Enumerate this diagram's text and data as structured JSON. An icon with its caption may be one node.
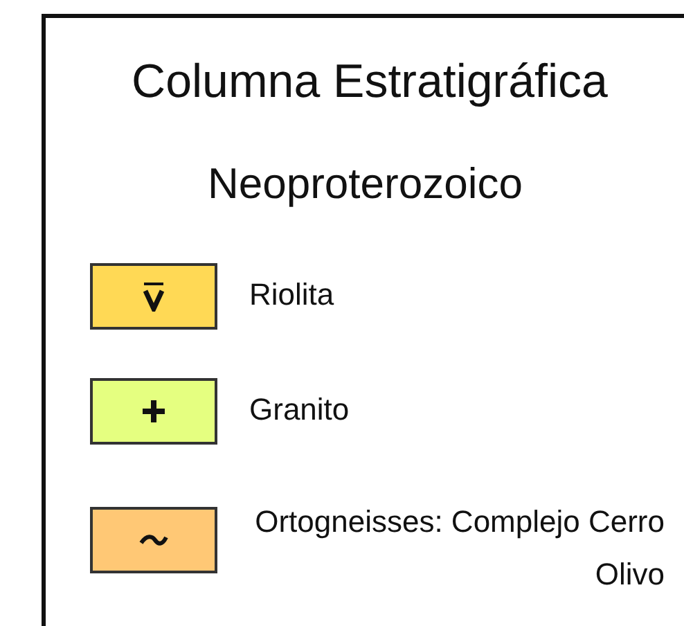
{
  "diagram": {
    "title": "Columna Estratigráfica",
    "labels": [
      "Neoproterozoico"
    ],
    "legend": [
      {
        "text": "Riolita",
        "color": "#ffd955"
      },
      {
        "text": "Granito",
        "color": "#e5ff80"
      },
      {
        "text": "Ortogneisses: Complejo Cerro Olivo",
        "color": "#ffc875"
      }
    ]
  }
}
